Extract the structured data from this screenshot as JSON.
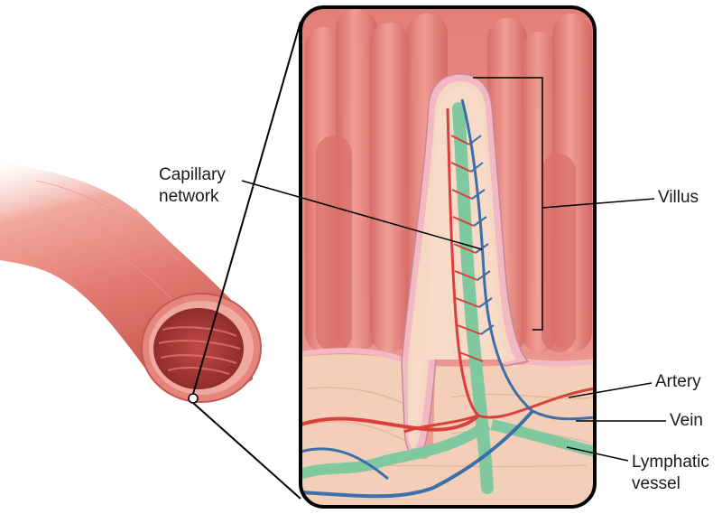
{
  "labels": {
    "capillary_line1": "Capillary",
    "capillary_line2": "network",
    "villus": "Villus",
    "artery": "Artery",
    "vein": "Vein",
    "lymphatic_line1": "Lymphatic",
    "lymphatic_line2": "vessel"
  },
  "colors": {
    "tissue": "#e58a84",
    "tissue_dark": "#c4534f",
    "submucosa": "#f3cfb9",
    "artery": "#d9403b",
    "vein": "#3c6fa8",
    "lymphatic": "#7fc8a0",
    "epithelium": "#f2b8c4",
    "frame": "#000000"
  }
}
